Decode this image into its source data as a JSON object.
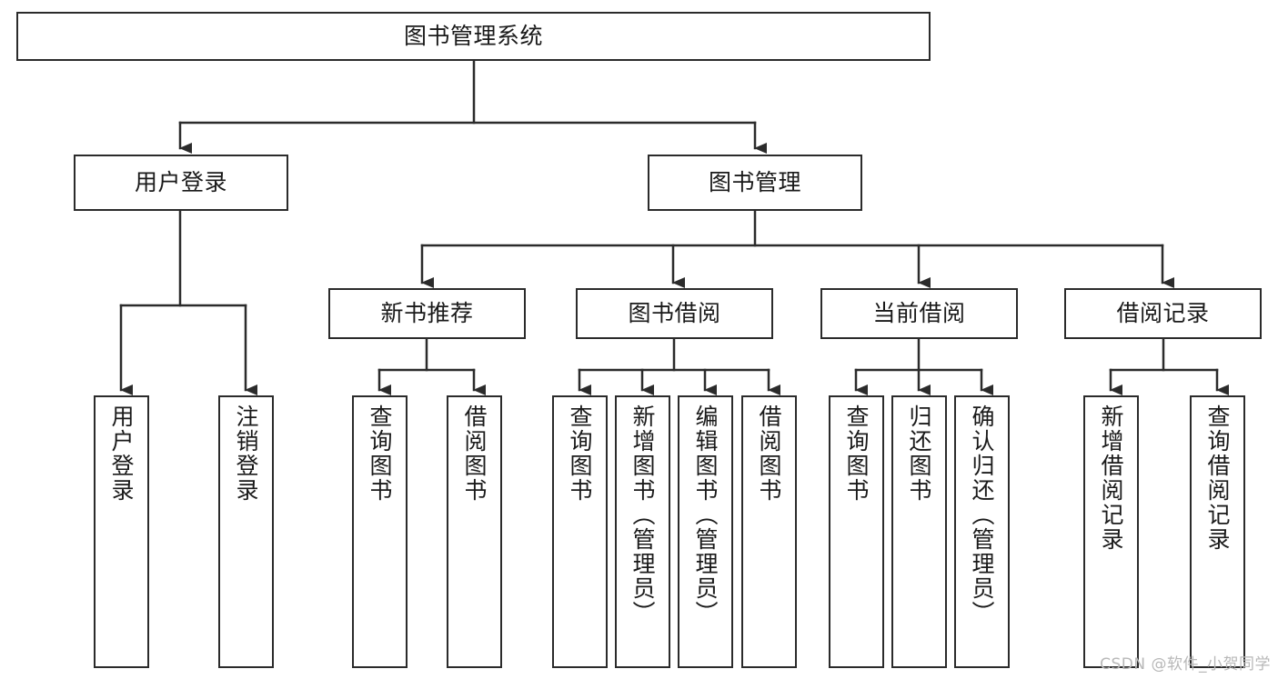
{
  "diagram": {
    "type": "tree",
    "title": "图书管理系统",
    "background_color": "#ffffff",
    "line_color": "#2b2b2b",
    "text_color": "#1a1a1a"
  },
  "nodes": {
    "root": {
      "label": "图书管理系统"
    },
    "level2": [
      {
        "label": "用户登录"
      },
      {
        "label": "图书管理"
      }
    ],
    "level3": [
      {
        "label": "新书推荐"
      },
      {
        "label": "图书借阅"
      },
      {
        "label": "当前借阅"
      },
      {
        "label": "借阅记录"
      }
    ],
    "leaves_user_login": [
      {
        "label": "用户登录"
      },
      {
        "label": "注销登录"
      }
    ],
    "leaves_new_book": [
      {
        "label": "查询图书"
      },
      {
        "label": "借阅图书"
      }
    ],
    "leaves_borrow": [
      {
        "label": "查询图书"
      },
      {
        "label": "新增图书（管理员）"
      },
      {
        "label": "编辑图书（管理员）"
      },
      {
        "label": "借阅图书"
      }
    ],
    "leaves_current": [
      {
        "label": "查询图书"
      },
      {
        "label": "归还图书"
      },
      {
        "label": "确认归还（管理员）"
      }
    ],
    "leaves_records": [
      {
        "label": "新增借阅记录"
      },
      {
        "label": "查询借阅记录"
      }
    ]
  },
  "watermark": {
    "text": "CSDN @软件_小贺同学"
  }
}
